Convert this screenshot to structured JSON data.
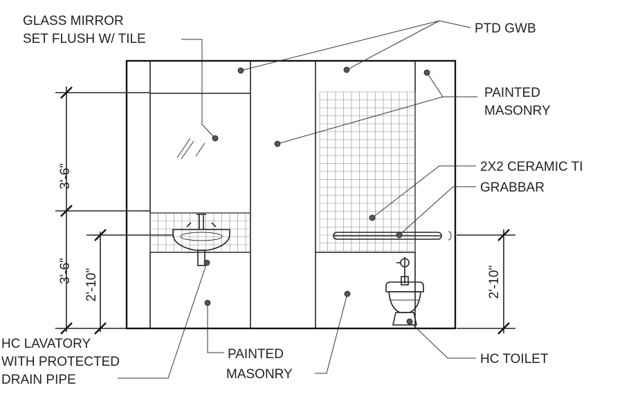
{
  "labels": {
    "glass_mirror_line1": "GLASS MIRROR",
    "glass_mirror_line2": "SET FLUSH W/ TILE",
    "ptd_gwb": "PTD GWB",
    "painted_masonry_right_line1": "PAINTED",
    "painted_masonry_right_line2": "MASONRY",
    "ceramic_tile": "2X2 CERAMIC TI",
    "grabbar": "GRABBAR",
    "hc_toilet": "HC TOILET",
    "painted_masonry_bottom_line1": "PAINTED",
    "painted_masonry_bottom_line2": "MASONRY",
    "hc_lavatory_line1": "HC LAVATORY",
    "hc_lavatory_line2": "WITH PROTECTED",
    "hc_lavatory_line3": "DRAIN PIPE"
  },
  "dimensions": {
    "upper_left": "3'-6\"",
    "lower_left": "3'-6\"",
    "lavatory_height": "2'-10\"",
    "grabbar_height": "2'-10\""
  }
}
